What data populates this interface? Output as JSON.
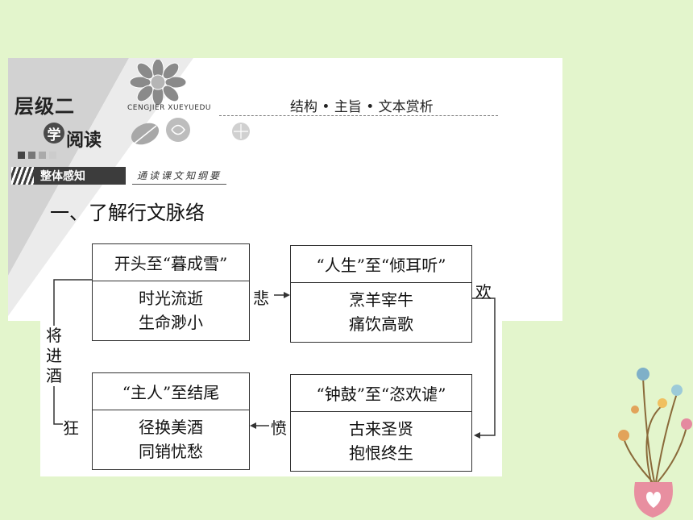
{
  "header": {
    "level_title": "层级二",
    "xue": "学",
    "yuedu": "阅读",
    "pinyin": "CENGJIER  XUEYUEDU",
    "subtitle": "结构 • 主旨 • 文本赏析"
  },
  "section": {
    "title": "整体感知",
    "subtitle": "通读课文知纲要"
  },
  "heading": "一、了解行文脉络",
  "flow": {
    "boxes": [
      {
        "top": "开头至“暮成雪”",
        "lines": [
          "时光流逝",
          "生命渺小"
        ]
      },
      {
        "top": "“人生”至“倾耳听”",
        "lines": [
          "烹羊宰牛",
          "痛饮高歌"
        ]
      },
      {
        "top": "“主人”至结尾",
        "lines": [
          "径换美酒",
          "同销忧愁"
        ]
      },
      {
        "top": "“钟鼓”至“恣欢谑”",
        "lines": [
          "古来圣贤",
          "抱恨终生"
        ]
      }
    ],
    "label_bei": "悲",
    "label_huan": "欢",
    "label_fen": "愤",
    "label_kuang": "狂",
    "side_label": "将进酒"
  },
  "colors": {
    "background": "#e3f5cc",
    "corner_gray": "#cfcfcf",
    "vase_pink": "#e88fa0"
  }
}
